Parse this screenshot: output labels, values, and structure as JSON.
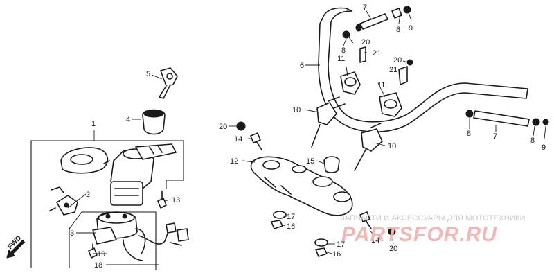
{
  "labels": [
    {
      "id": "1",
      "text": "1"
    },
    {
      "id": "2",
      "text": "2"
    },
    {
      "id": "3",
      "text": "3"
    },
    {
      "id": "4",
      "text": "4"
    },
    {
      "id": "5",
      "text": "5"
    },
    {
      "id": "6",
      "text": "6"
    },
    {
      "id": "7a",
      "text": "7"
    },
    {
      "id": "7b",
      "text": "7"
    },
    {
      "id": "8a",
      "text": "8"
    },
    {
      "id": "8b",
      "text": "8"
    },
    {
      "id": "8c",
      "text": "8"
    },
    {
      "id": "8d",
      "text": "8"
    },
    {
      "id": "9a",
      "text": "9"
    },
    {
      "id": "9b",
      "text": "9"
    },
    {
      "id": "10a",
      "text": "10"
    },
    {
      "id": "10b",
      "text": "10"
    },
    {
      "id": "11a",
      "text": "11"
    },
    {
      "id": "11b",
      "text": "11"
    },
    {
      "id": "12",
      "text": "12"
    },
    {
      "id": "13",
      "text": "13"
    },
    {
      "id": "14a",
      "text": "14"
    },
    {
      "id": "14b",
      "text": "14"
    },
    {
      "id": "15",
      "text": "15"
    },
    {
      "id": "16a",
      "text": "16"
    },
    {
      "id": "16b",
      "text": "16"
    },
    {
      "id": "17a",
      "text": "17"
    },
    {
      "id": "17b",
      "text": "17"
    },
    {
      "id": "18",
      "text": "18"
    },
    {
      "id": "19",
      "text": "19"
    },
    {
      "id": "20a",
      "text": "20"
    },
    {
      "id": "20b",
      "text": "20"
    },
    {
      "id": "20c",
      "text": "20"
    },
    {
      "id": "20d",
      "text": "20"
    },
    {
      "id": "21a",
      "text": "21"
    },
    {
      "id": "21b",
      "text": "21"
    }
  ],
  "fwd_mark": "FWD",
  "watermark": {
    "subtitle": "ЗАПЧАСТИ И АКСЕССУАРЫ ДЛЯ МОТОТЕХНИКИ",
    "brand": "PARTSFOR.RU"
  }
}
